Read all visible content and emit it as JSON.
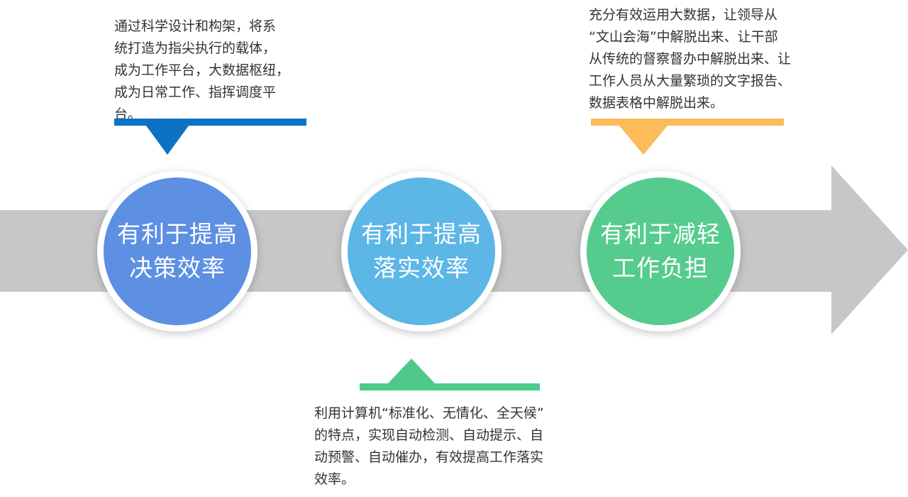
{
  "colors": {
    "arrow": "#c7c7c7",
    "circle_1": "#5d8fe3",
    "circle_2": "#5cb6e6",
    "circle_3": "#55cc8e",
    "accent_top_left": "#0b72c4",
    "accent_top_right": "#fdbb5a",
    "accent_bottom": "#4fc98a"
  },
  "stages": [
    {
      "line1": "有利于提高",
      "line2": "决策效率"
    },
    {
      "line1": "有利于提高",
      "line2": "落实效率"
    },
    {
      "line1": "有利于减轻",
      "line2": "工作负担"
    }
  ],
  "notes": {
    "top_left": {
      "lines": [
        "通过科学设计和构架，将系",
        "统打造为指尖执行的载体，",
        "成为工作平台，大数据枢纽，",
        "成为日常工作、指挥调度平",
        "台。"
      ]
    },
    "top_right": {
      "lines": [
        "充分有效运用大数据，让领导从",
        "“文山会海”中解脱出来、让干部",
        "从传统的督察督办中解脱出来、让",
        "工作人员从大量繁琐的文字报告、",
        "数据表格中解脱出来。"
      ]
    },
    "bottom": {
      "lines": [
        "利用计算机“标准化、无情化、全天候”",
        "的特点，实现自动检测、自动提示、自",
        "动预警、自动催办，有效提高工作落实",
        "效率。"
      ]
    }
  }
}
